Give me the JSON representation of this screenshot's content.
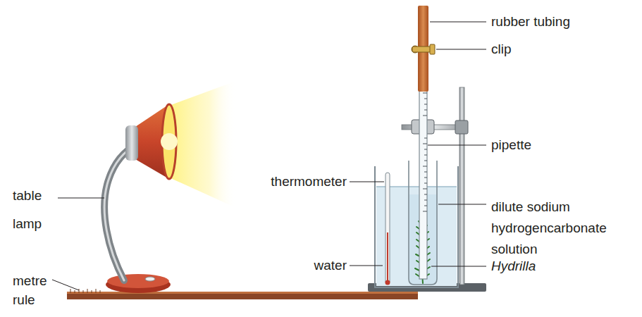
{
  "diagram": {
    "labels": [
      "rubber tubing",
      "clip",
      "pipette",
      "thermometer",
      "table lamp",
      "dilute sodium hydrogencarbonate solution",
      "water",
      "Hydrilla",
      "metre rule"
    ]
  }
}
